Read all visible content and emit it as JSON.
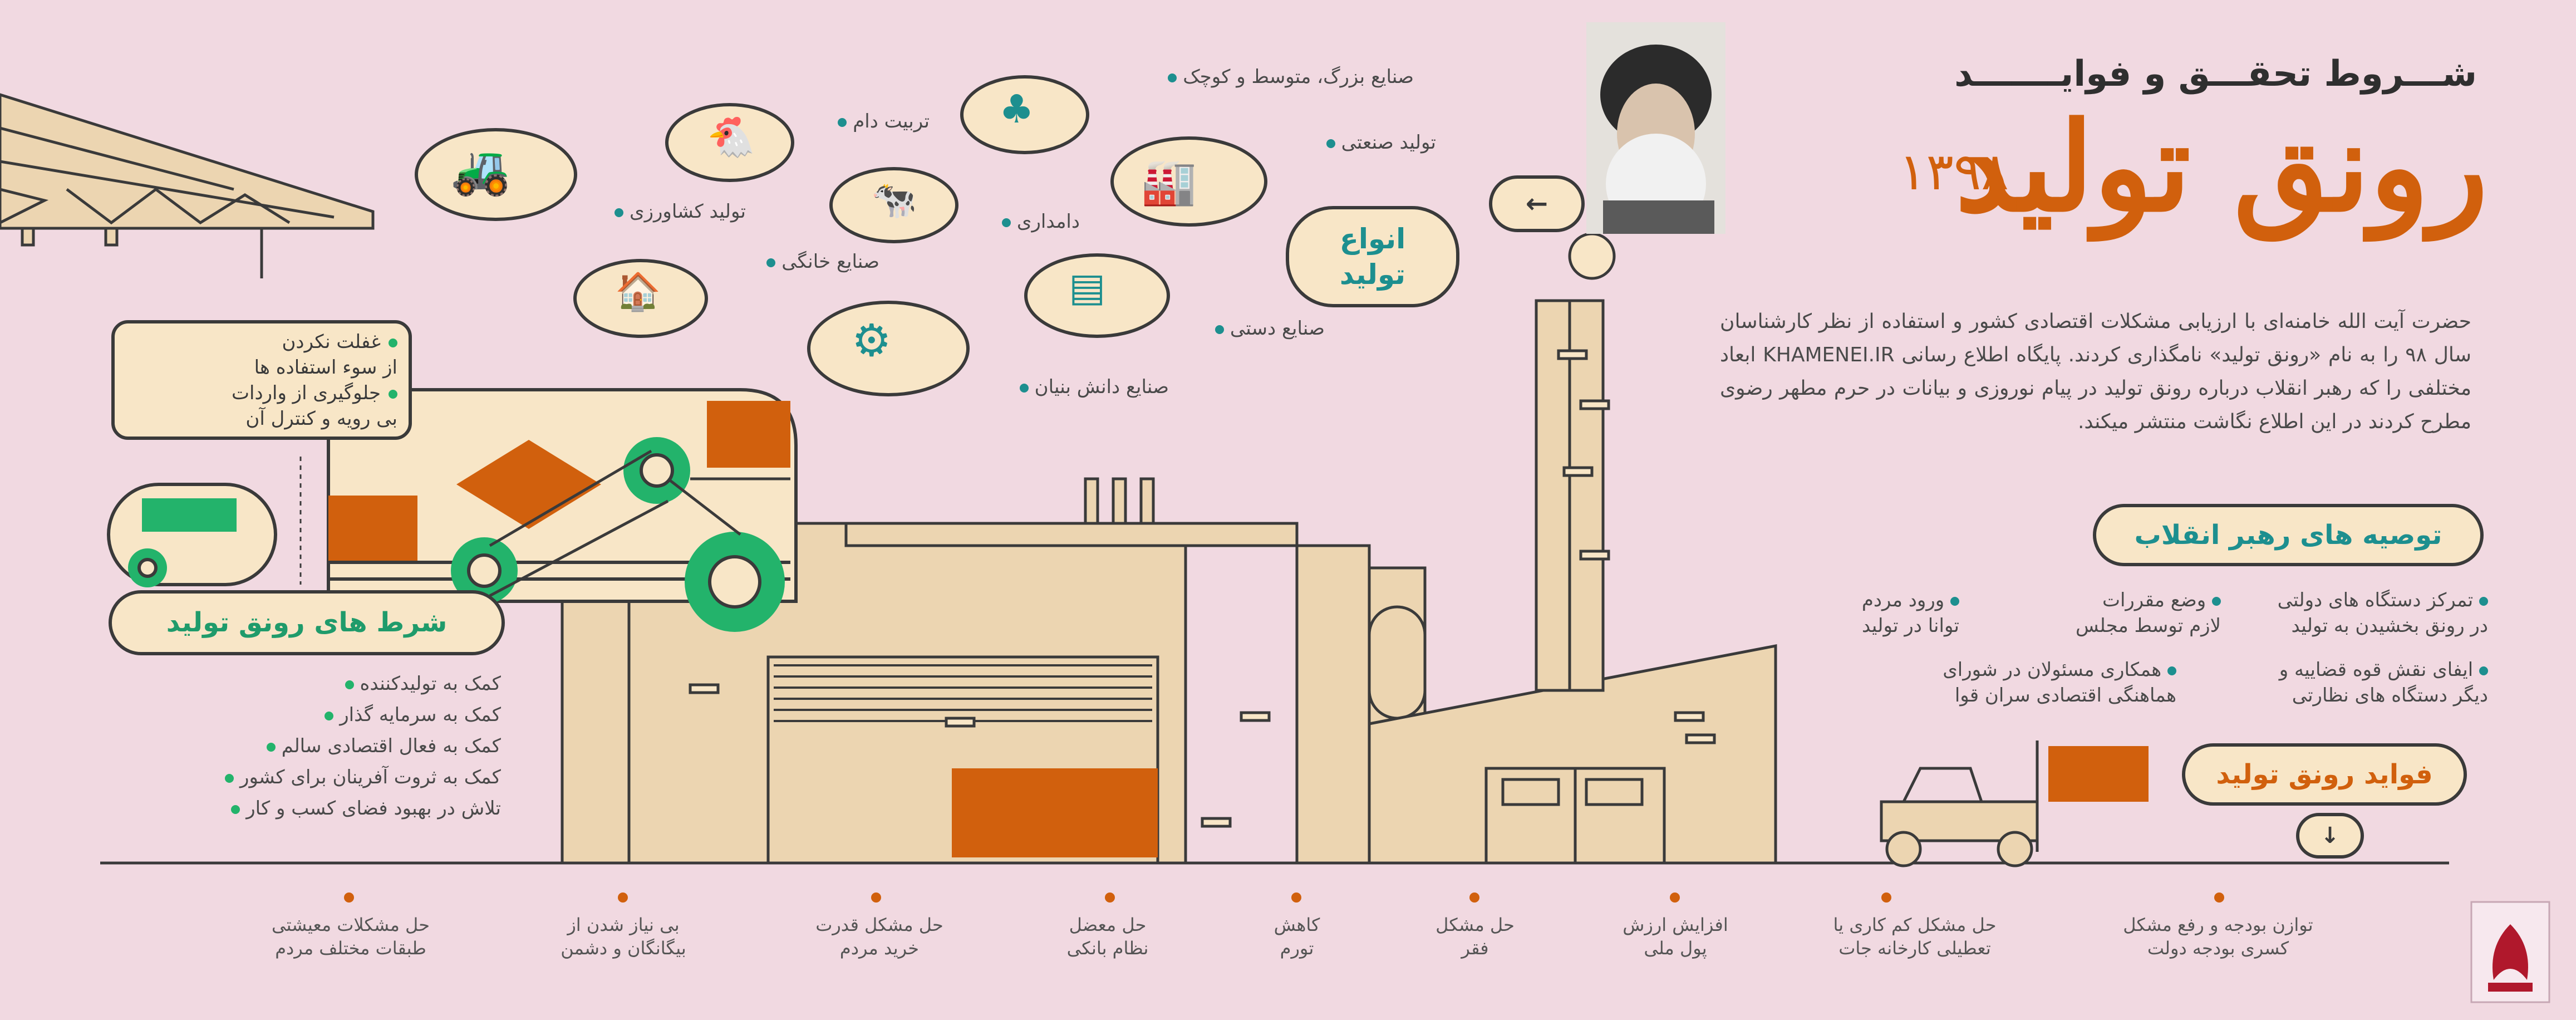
{
  "title": {
    "small": "شـــروط تحقـــق و فوایـــــــد",
    "big": "رونق تولید",
    "year": "۱۳۹۸"
  },
  "intro": "حضرت آیت الله خامنه‌ای با ارزیابی مشکلات اقتصادی کشور و استفاده از نظر کارشناسان سال ۹۸ را به نام «رونق تولید» نامگذاری کردند. پایگاه اطلاع رسانی KHAMENEI.IR ابعاد مختلفی را که رهبر انقلاب درباره رونق تولید در پیام نوروزی و بیانات در حرم مطهر رضوی مطرح کردند در این اطلاع نگاشت منتشر میکند.",
  "production_types": {
    "label_line1": "انواع",
    "label_line2": "تولید",
    "items": [
      {
        "icon": "factory-icon",
        "label": "تولید صنعتی"
      },
      {
        "icon": "industry-scale-icon",
        "label": "صنایع بزرگ، متوسط و کوچک"
      },
      {
        "icon": "chicken-icon",
        "label": "تربیت دام"
      },
      {
        "icon": "tractor-icon",
        "label": "تولید کشاورزی"
      },
      {
        "icon": "livestock-icon",
        "label": "دامداری"
      },
      {
        "icon": "home-industry-icon",
        "label": "صنایع خانگی"
      },
      {
        "icon": "handicraft-icon",
        "label": "صنایع دستی"
      },
      {
        "icon": "knowledge-icon",
        "label": "صنایع دانش بنیان"
      }
    ]
  },
  "conditions": {
    "title": "شرط های رونق تولید",
    "box_items": [
      {
        "line1": "غفلت نکردن",
        "line2": "از سوء استفاده ها"
      },
      {
        "line1": "جلوگیری از واردات",
        "line2": "بی رویه و کنترل آن"
      }
    ],
    "list": [
      "کمک به تولیدکننده",
      "کمک به سرمایه گذار",
      "کمک به فعال اقتصادی سالم",
      "کمک به ثروت آفرینان برای کشور",
      "تلاش در بهبود فضای کسب و کار"
    ]
  },
  "recommendations": {
    "title": "توصیه های رهبر انقلاب",
    "items": [
      {
        "line1": "تمرکز دستگاه های دولتی",
        "line2": "در رونق بخشیدن به تولید"
      },
      {
        "line1": "وضع مقررات",
        "line2": "لازم توسط مجلس"
      },
      {
        "line1": "ورود مردم",
        "line2": "توانا در تولید"
      },
      {
        "line1": "ایفای نقش قوه قضاییه و",
        "line2": "دیگر دستگاه های نظارتی"
      },
      {
        "line1": "همکاری مسئولان در شورای",
        "line2": "هماهنگی اقتصادی سران قوا"
      }
    ]
  },
  "benefits": {
    "title": "فواید رونق تولید",
    "items": [
      {
        "line1": "توازن بودجه و رفع مشکل",
        "line2": "کسری بودجه دولت"
      },
      {
        "line1": "حل مشکل کم کاری یا",
        "line2": "تعطیلی کارخانه جات"
      },
      {
        "line1": "افزایش ارزش",
        "line2": "پول ملی"
      },
      {
        "line1": "حل مشکل",
        "line2": "فقر"
      },
      {
        "line1": "کاهش",
        "line2": "تورم"
      },
      {
        "line1": "حل معضل",
        "line2": "نظام بانکی"
      },
      {
        "line1": "حل مشکل قدرت",
        "line2": "خرید مردم"
      },
      {
        "line1": "بی نیاز شدن از",
        "line2": "بیگانگان و دشمن"
      },
      {
        "line1": "حل مشکلات معیشتی",
        "line2": "طبقات مختلف مردم"
      }
    ]
  },
  "colors": {
    "background": "#f1d9e1",
    "accent_orange": "#d1600d",
    "accent_green": "#1f9b6b",
    "building": "#ecd5b1",
    "outline": "#3a3a3a"
  }
}
